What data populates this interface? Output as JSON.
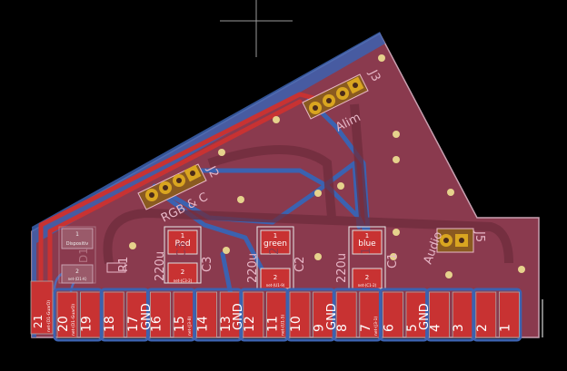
{
  "colors": {
    "background": "#000000",
    "board": "#8a3a4e",
    "board_edge": "#c8a0b0",
    "copper_top": "#c83232",
    "copper_bottom": "#3b62b0",
    "pad": "#c8c8c8",
    "pad_gold": "#d9a520",
    "silk": "#e8b8c8",
    "via": "#e6d28c",
    "fab_text": "#f0f0f0"
  },
  "pads": [
    {
      "num": "21",
      "net": "net-(D1-GuarD)"
    },
    {
      "num": "20",
      "net": "net-(D1-GuarD)"
    },
    {
      "num": "19",
      "net": ""
    },
    {
      "num": "18",
      "net": ""
    },
    {
      "num": "17",
      "net": ""
    },
    {
      "num": "16",
      "net": ""
    },
    {
      "num": "15",
      "net": "net-(J3-8)"
    },
    {
      "num": "14",
      "net": ""
    },
    {
      "num": "13",
      "net": ""
    },
    {
      "num": "12",
      "net": "GND"
    },
    {
      "num": "11",
      "net": "net-(U1-5)"
    },
    {
      "num": "10",
      "net": ""
    },
    {
      "num": "9",
      "net": ""
    },
    {
      "num": "8",
      "net": "GND"
    },
    {
      "num": "7",
      "net": "net-(J3-1)"
    },
    {
      "num": "6",
      "net": ""
    },
    {
      "num": "5",
      "net": ""
    },
    {
      "num": "4",
      "net": "GND"
    },
    {
      "num": "3",
      "net": ""
    },
    {
      "num": "2",
      "net": ""
    },
    {
      "num": "1",
      "net": ""
    }
  ],
  "labels": {
    "gnd_a": "GND",
    "gnd_b": "GND",
    "gnd_c": "GND",
    "gnd_d": "GND",
    "j2": "J2",
    "j3": "J3",
    "j5": "J5",
    "rgb": "RGB & C",
    "alim": "Alim",
    "audio": "Audio",
    "c3": "C3",
    "c2": "C2",
    "c1": "C1",
    "cap_a": "220u",
    "cap_b": "220u",
    "cap_c": "220u",
    "red": "Red",
    "green": "green",
    "blue": "blue",
    "cap_red": "C3",
    "cap_green": "C2",
    "cap_blue": "C1",
    "r1": "R1",
    "d1": "D1",
    "disp": "Dispositiv",
    "small_net": "net-(D1-K)",
    "pad_n1": "1",
    "pad_n2": "2",
    "pad_n3": "1",
    "pad_n4": "2",
    "pad_n5": "1",
    "pad_n6": "2",
    "pad_n7": "1",
    "pad_n8": "2",
    "cap_net_a": "net-(C3-2)",
    "cap_net_b": "net-(U1-9)",
    "cap_net_c": "net-(C1-2)"
  }
}
